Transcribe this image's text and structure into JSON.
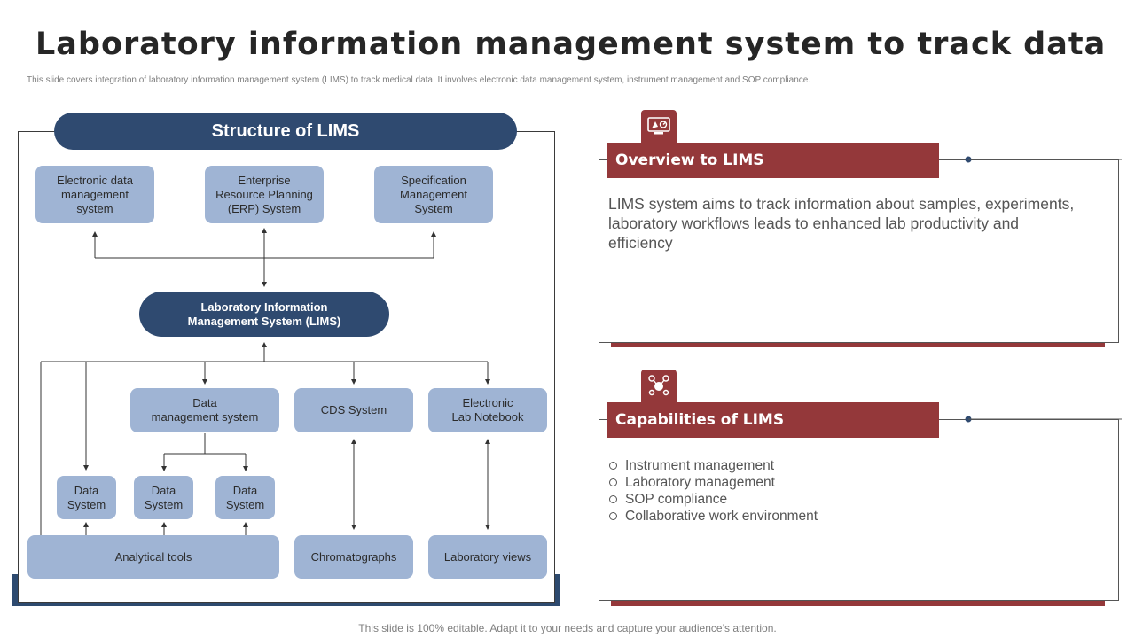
{
  "page": {
    "title": "Laboratory information management system to track data",
    "subtitle": "This slide covers integration of laboratory information management  system (LIMS) to track medical data. It involves electronic data management  system, instrument management and SOP compliance.",
    "footer": "This slide is 100% editable. Adapt it to your needs and capture your audience’s attention."
  },
  "structure": {
    "header": "Structure of LIMS",
    "top_boxes": [
      "Electronic data\nmanagement\nsystem",
      "Enterprise\nResource Planning\n(ERP) System",
      "Specification\nManagement\nSystem"
    ],
    "center": "Laboratory Information\nManagement System (LIMS)",
    "mid_boxes": [
      "Data\nmanagement  system",
      "CDS System",
      "Electronic\nLab Notebook"
    ],
    "data_systems": [
      "Data\nSystem",
      "Data\nSystem",
      "Data\nSystem"
    ],
    "bottom_boxes": [
      "Analytical tools",
      "Chromatographs",
      "Laboratory views"
    ]
  },
  "overview": {
    "label": "Overview to LIMS",
    "icon": "lab-microscope-icon",
    "text": "LIMS  system aims to track information about samples, experiments, laboratory workflows leads to enhanced lab productivity and efficiency"
  },
  "capabilities": {
    "label": "Capabilities of LIMS",
    "icon": "network-people-icon",
    "items": [
      "Instrument  management",
      "Laboratory management",
      "SOP compliance",
      "Collaborative work environment"
    ]
  },
  "colors": {
    "navy": "#2f4a70",
    "box_blue": "#9fb4d4",
    "maroon": "#94383a"
  }
}
